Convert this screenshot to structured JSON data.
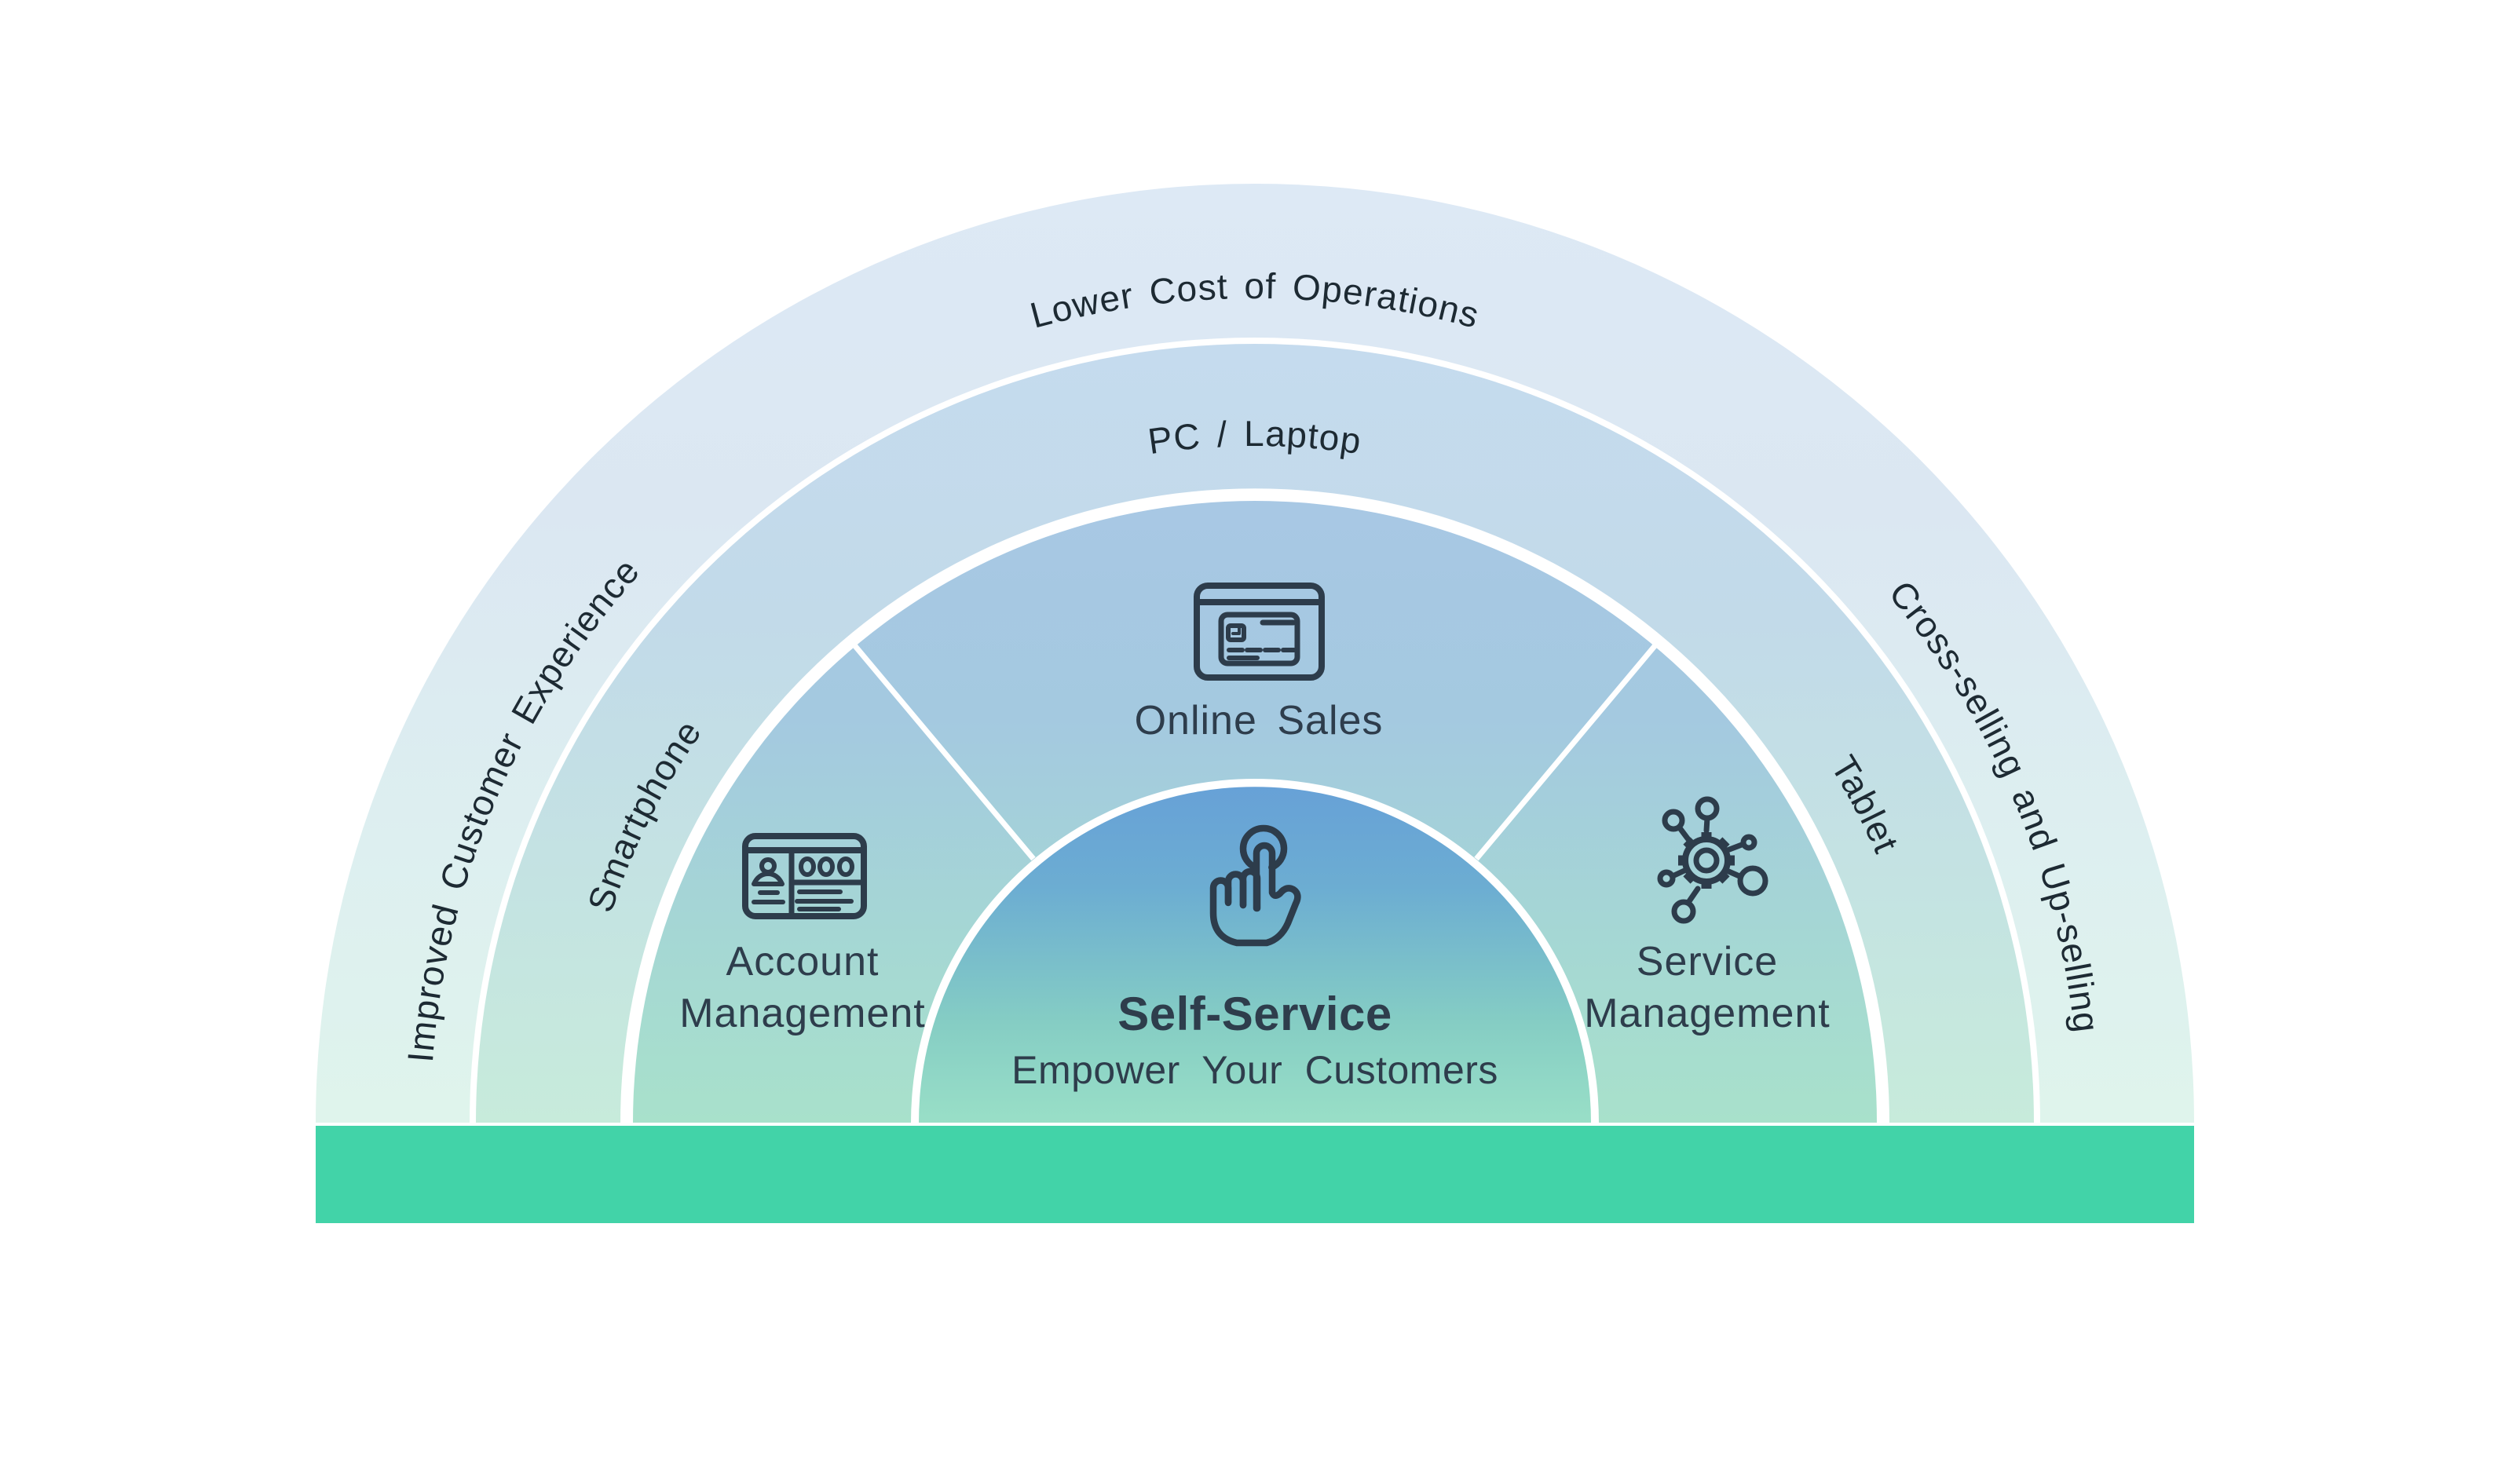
{
  "diagram": {
    "title": "Self-Service",
    "subtitle": "Empower Your Customers",
    "center_icon": "touch-gesture-icon",
    "outer_ring": {
      "left": "Improved Customer Experience",
      "top": "Lower Cost of Operations",
      "right": "Cross-selling and Up-selling"
    },
    "device_ring": {
      "left": "Smartphone",
      "top": "PC / Laptop",
      "right": "Tablet"
    },
    "function_ring": {
      "left": {
        "icon": "id-card-icon",
        "lines": [
          "Account",
          "Management"
        ]
      },
      "top": {
        "icon": "online-payment-icon",
        "label": "Online Sales"
      },
      "right": {
        "icon": "connected-gear-icon",
        "lines": [
          "Service",
          "Management"
        ]
      }
    },
    "colors": {
      "bar": "#42d3a8",
      "icon_stroke": "#2d3c4b",
      "ring_label_text": "#1d2a33",
      "segment_label_text": "#2e3d4c",
      "ring1_top": "#dde9f5",
      "ring1_bottom": "#dff4ec",
      "ring2_top": "#c5dbee",
      "ring2_bottom": "#c7ebdb",
      "ring3_top": "#a8c8e4",
      "ring3_bottom": "#a8e1cb",
      "center_top": "#67a1d7",
      "center_bottom": "#99dfc7"
    }
  }
}
